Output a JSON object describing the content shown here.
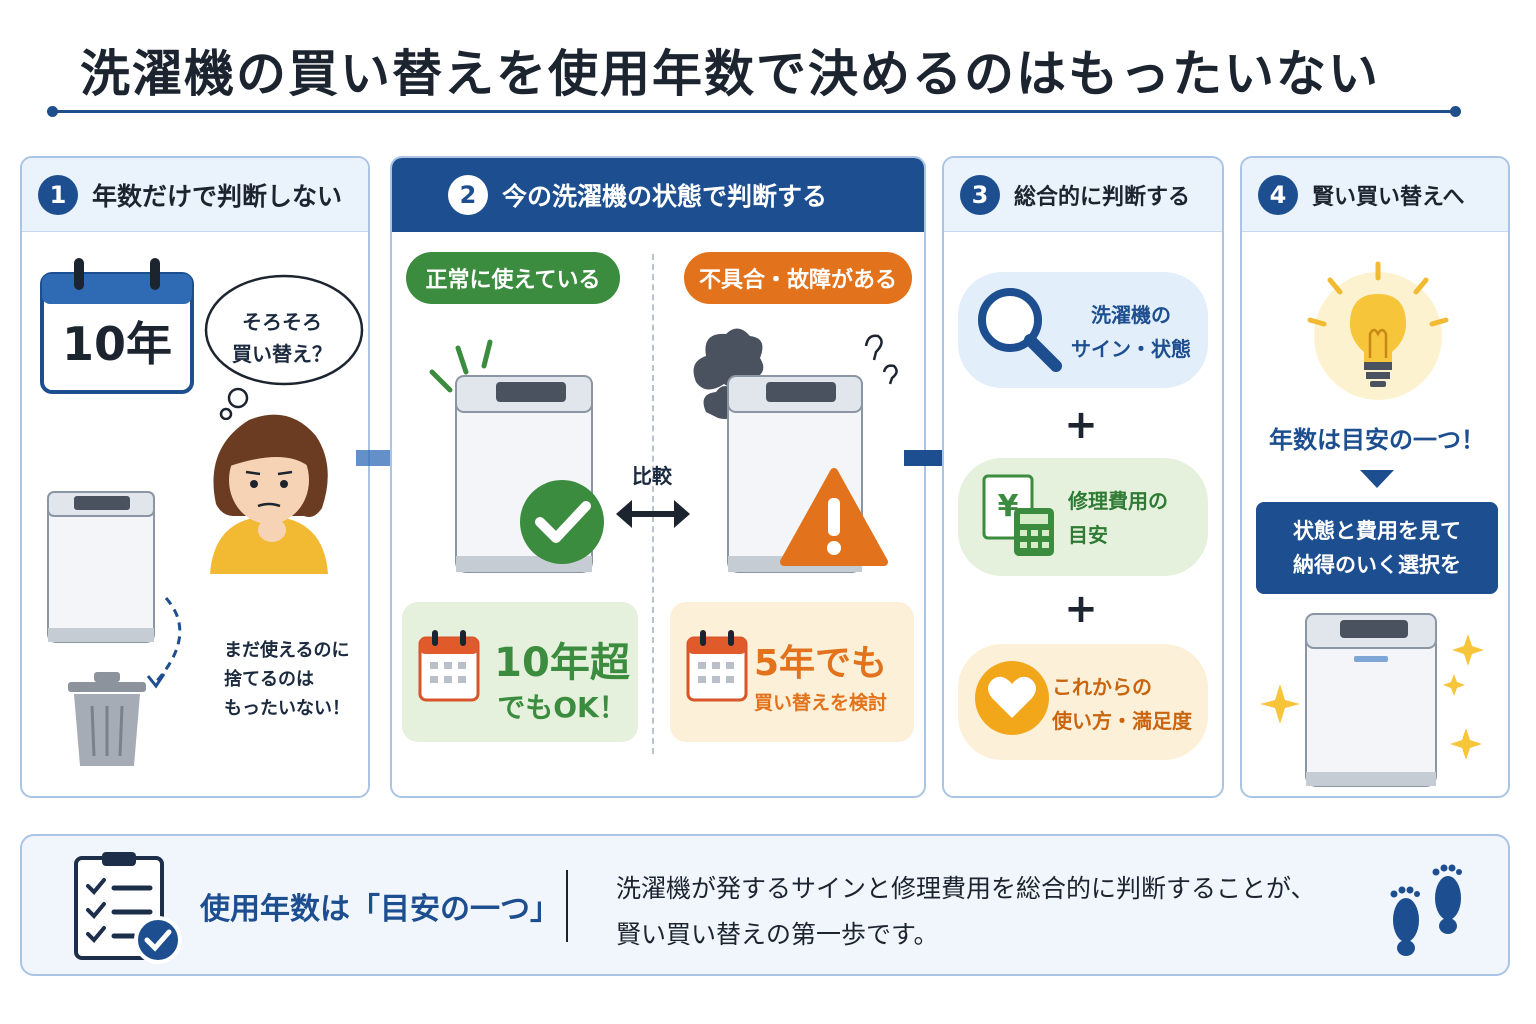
{
  "title": "洗濯機の買い替えを使用年数で決めるのはもったいない",
  "colors": {
    "navy": "#1d4e8f",
    "green": "#3b8c3f",
    "orange": "#e2731c",
    "light_blue": "#e3eefb",
    "light_green": "#e5f1dc",
    "light_orange": "#fdf0d8"
  },
  "panels": [
    {
      "number": "1",
      "title": "年数だけで判断しない",
      "calendar_label": "10年",
      "thought": "そろそろ\n買い替え？",
      "note": "まだ使えるのに\n捨てるのは\nもったいない！"
    },
    {
      "number": "2",
      "title": "今の洗濯機の状態で判断する",
      "left_label": "正常に使えている",
      "right_label": "不具合・故障がある",
      "compare": "比較",
      "left_card_big": "10年超",
      "left_card_sub": "でもOK！",
      "right_card_big": "5年でも",
      "right_card_sub": "買い替えを検討"
    },
    {
      "number": "3",
      "title": "総合的に判断する",
      "items": [
        {
          "label": "洗濯機の\nサイン・状態",
          "icon": "magnifier-icon"
        },
        {
          "label": "修理費用の\n目安",
          "icon": "yen-calculator-icon"
        },
        {
          "label": "これからの\n使い方・満足度",
          "icon": "heart-icon"
        }
      ],
      "plus": "+"
    },
    {
      "number": "4",
      "title": "賢い買い替えへ",
      "highlight": "年数は目安の一つ！",
      "conclusion": "状態と費用を見て\n納得のいく選択を"
    }
  ],
  "bottom": {
    "heading": "使用年数は「目安の一つ」",
    "message": "洗濯機が発するサインと修理費用を総合的に判断することが、\n賢い買い替えの第一歩です。"
  }
}
